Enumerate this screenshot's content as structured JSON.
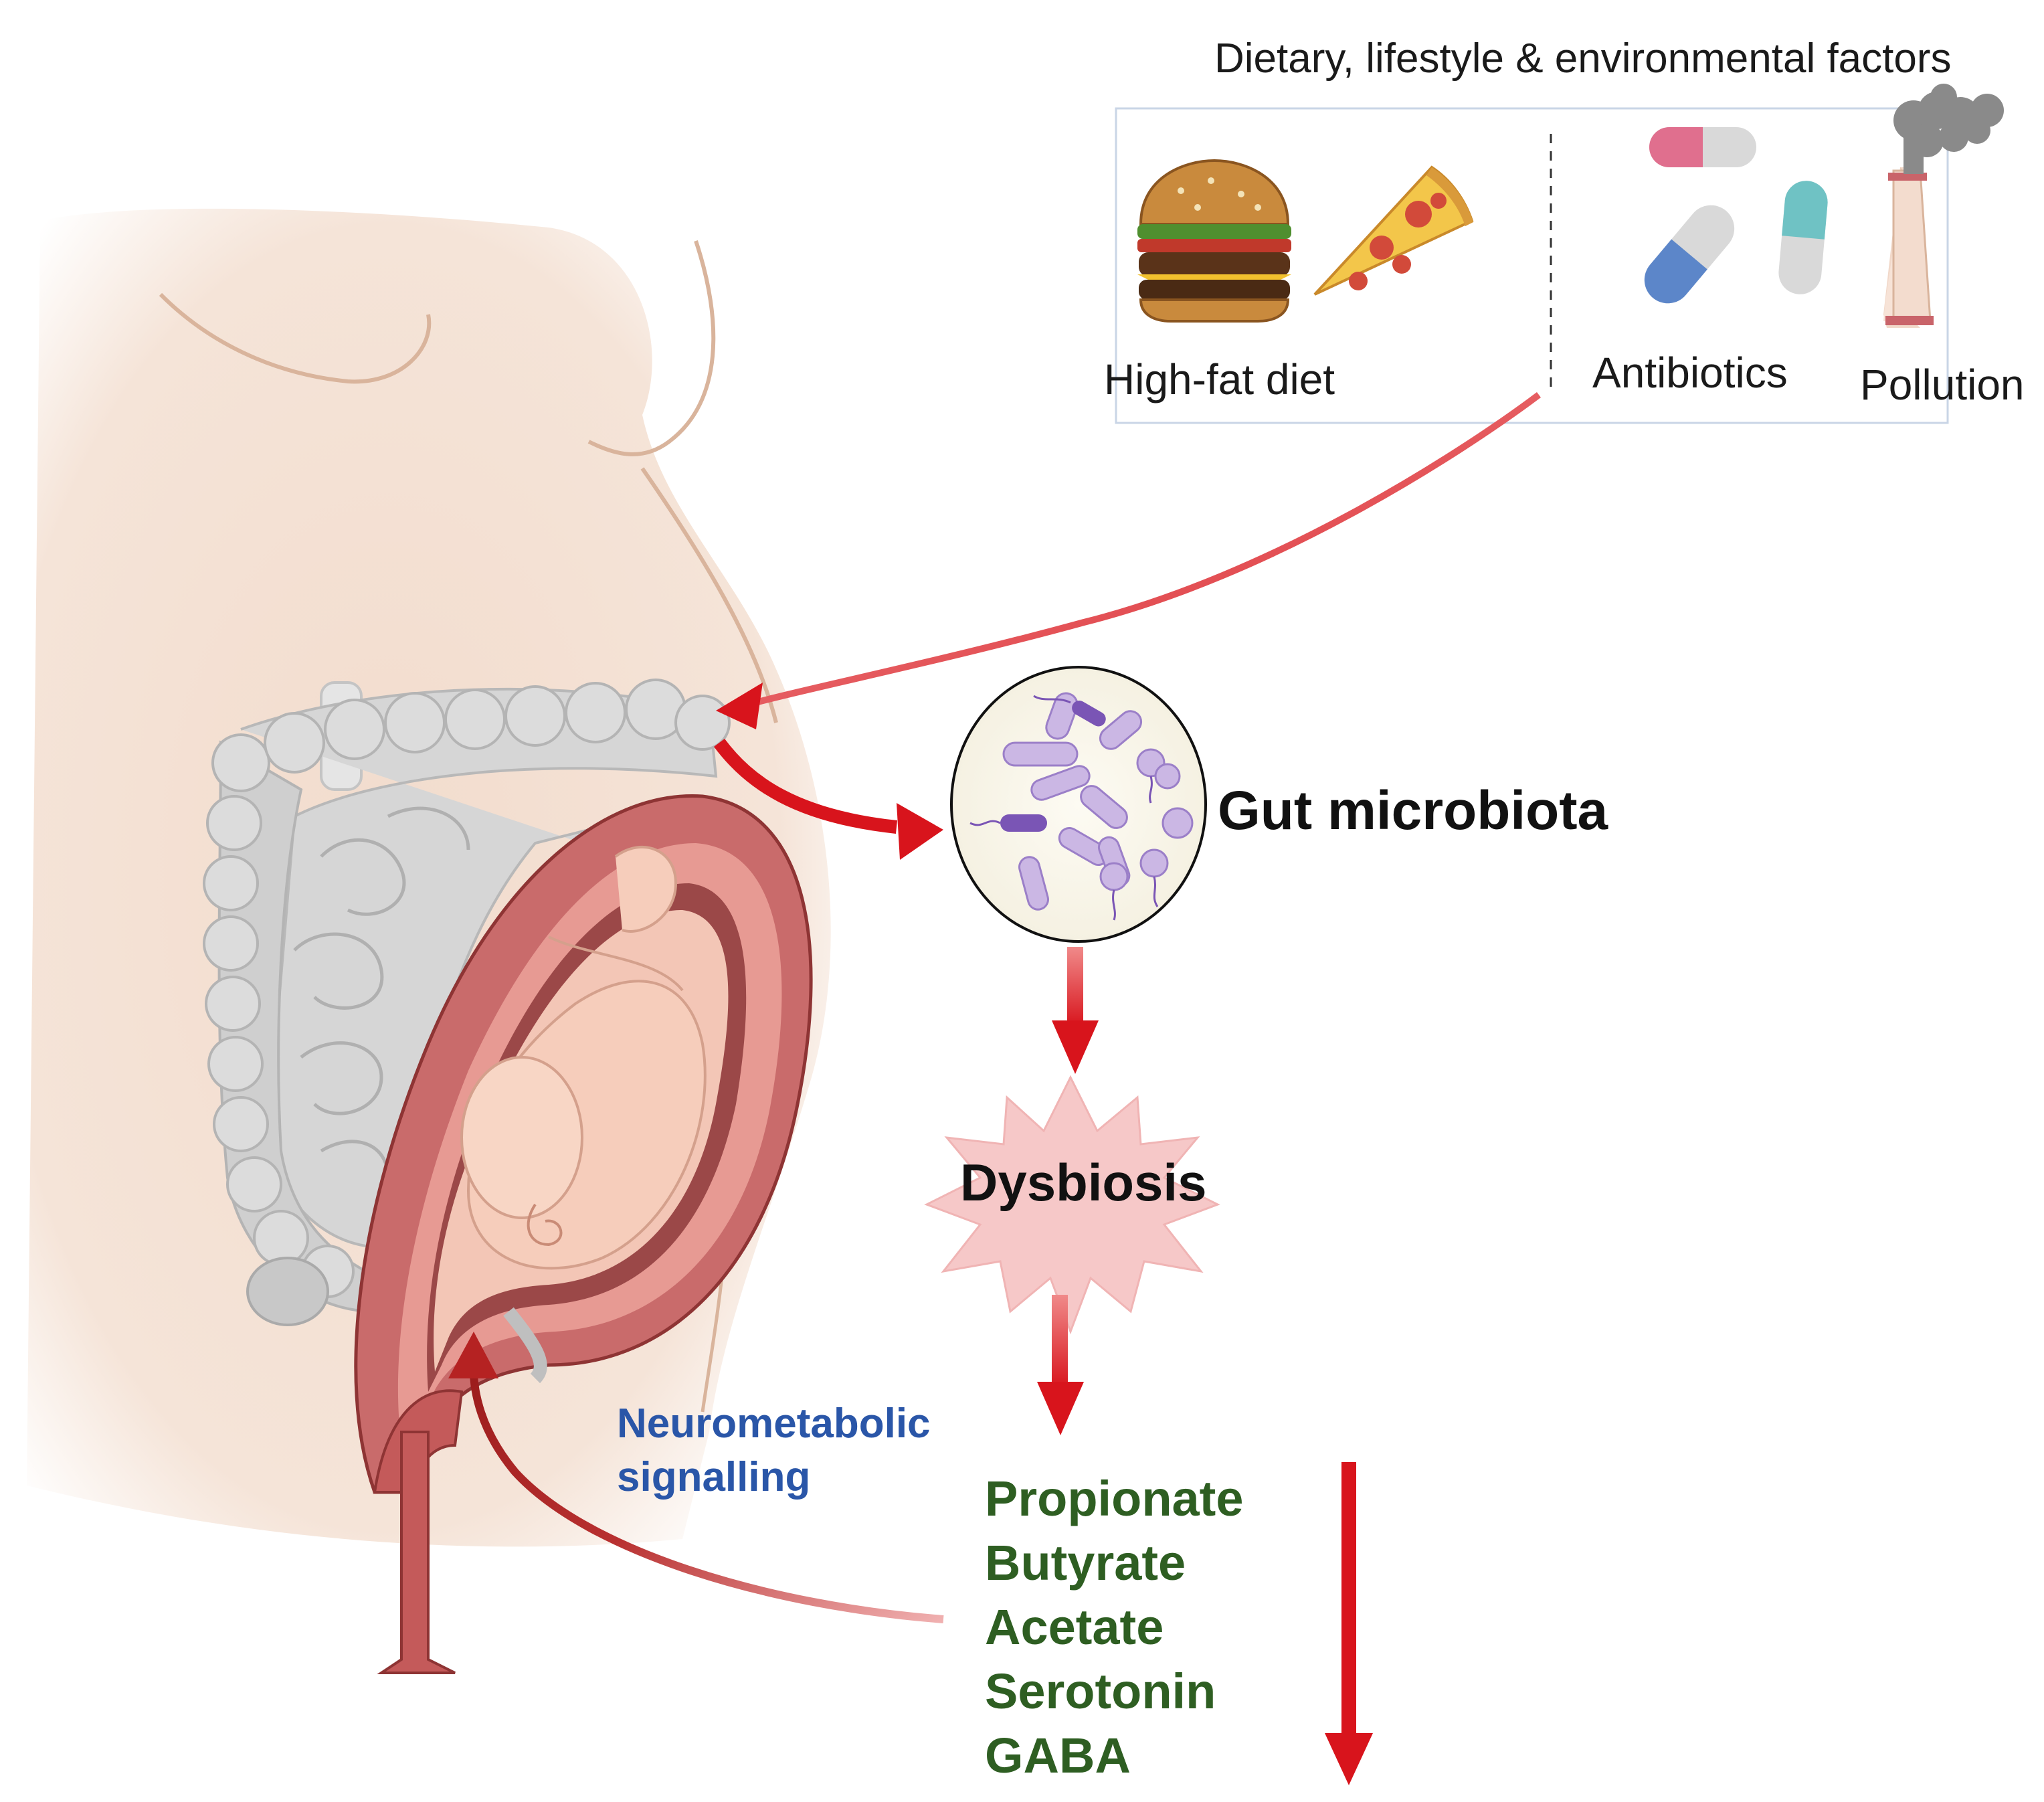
{
  "factors": {
    "title": "Dietary, lifestyle & environmental factors",
    "high_fat_diet": "High-fat diet",
    "antibiotics": "Antibiotics",
    "pollution": "Pollution"
  },
  "gut_microbiota": "Gut microbiota",
  "dysbiosis": "Dysbiosis",
  "signalling": {
    "line1": "Neurometabolic",
    "line2": "signalling"
  },
  "metabolites": [
    "Propionate",
    "Butyrate",
    "Acetate",
    "Serotonin",
    "GABA"
  ],
  "colors": {
    "arrow_red": "#d8141c",
    "text_green": "#2e5e22",
    "text_blue": "#2a56a8",
    "skin": "#f3ddd0",
    "intestine_gray": "#cfcfcf",
    "uterus": "#c96b6b"
  },
  "metabolite_trend": "decrease"
}
